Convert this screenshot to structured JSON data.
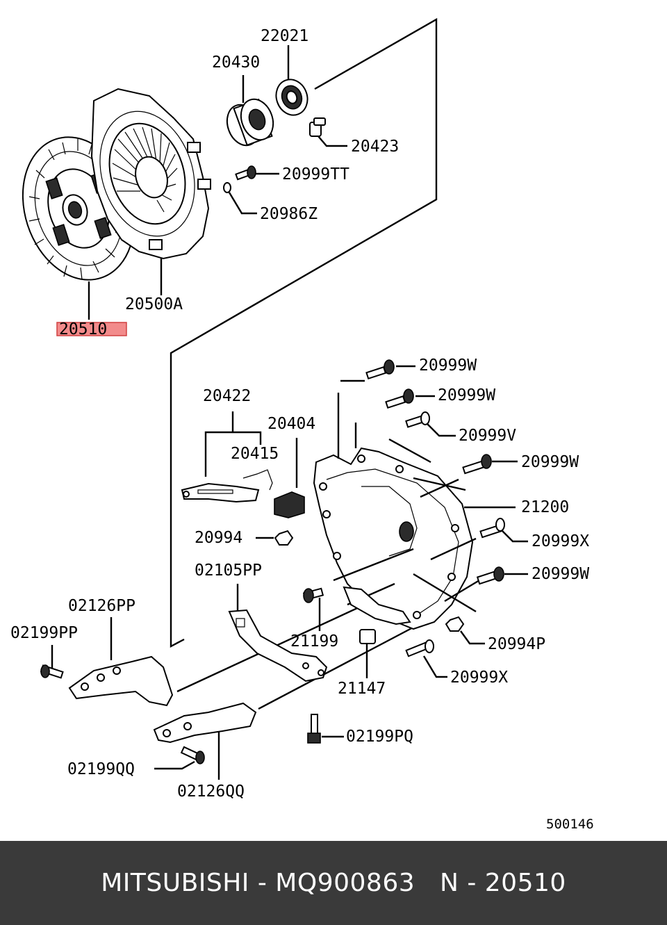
{
  "diagram": {
    "highlight_color": "#f28b8b",
    "labels": {
      "p22021": "22021",
      "p20430": "20430",
      "p20423": "20423",
      "p20999TT": "20999TT",
      "p20986Z": "20986Z",
      "p20500A": "20500A",
      "p20510": "20510",
      "p20999W_1": "20999W",
      "p20999W_2": "20999W",
      "p20999V": "20999V",
      "p20999W_3": "20999W",
      "p21200": "21200",
      "p20999X_1": "20999X",
      "p20999W_4": "20999W",
      "p20994P": "20994P",
      "p20999X_2": "20999X",
      "p20422": "20422",
      "p20404": "20404",
      "p20415": "20415",
      "p20994": "20994",
      "p02105PP": "02105PP",
      "p02126PP": "02126PP",
      "p02199PP": "02199PP",
      "p21199": "21199",
      "p21147": "21147",
      "p02199PQ": "02199PQ",
      "p02199QQ": "02199QQ",
      "p02126QQ": "02126QQ"
    },
    "diagram_number": "500146"
  },
  "footer": {
    "text": "MITSUBISHI - MQ900863   N - 20510",
    "background": "#3a3a3a"
  }
}
